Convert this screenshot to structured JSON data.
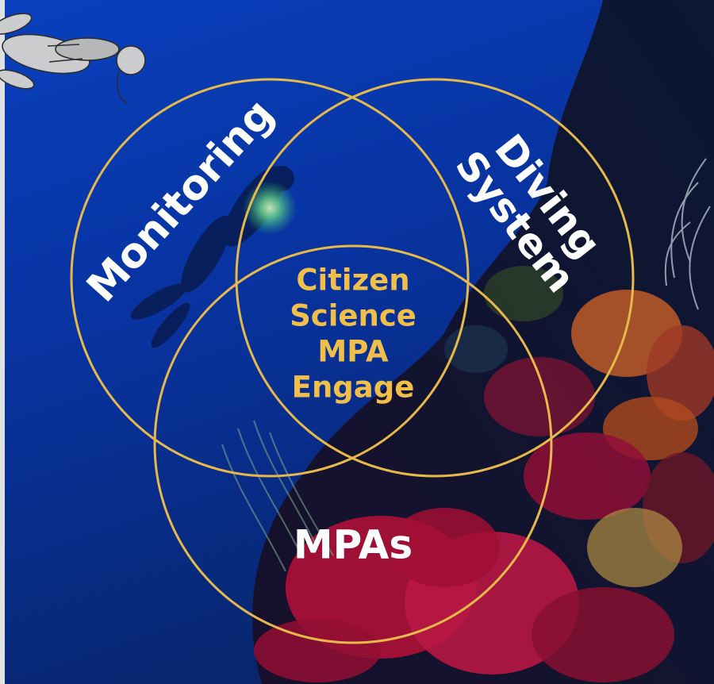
{
  "venn": {
    "sets": [
      {
        "id": "monitoring",
        "label": "Monitoring"
      },
      {
        "id": "diving",
        "label_lines": [
          "Diving",
          "System"
        ]
      },
      {
        "id": "mpas",
        "label": "MPAs"
      }
    ],
    "center": {
      "label_lines": [
        "Citizen",
        "Science",
        "MPA",
        "Engage"
      ]
    }
  },
  "colors": {
    "circle_stroke": "#e6b94a",
    "set_label": "#ffffff",
    "center_label": "#f0bf4a",
    "ocean_top": "#0a3fc4",
    "ocean_deep": "#072a8a",
    "coral_red": "#c8123e",
    "coral_orange": "#d9672a"
  },
  "icons": {
    "diver_sketch": "scuba-diver-sketch-icon",
    "diver_photo": "scuba-diver-silhouette"
  }
}
